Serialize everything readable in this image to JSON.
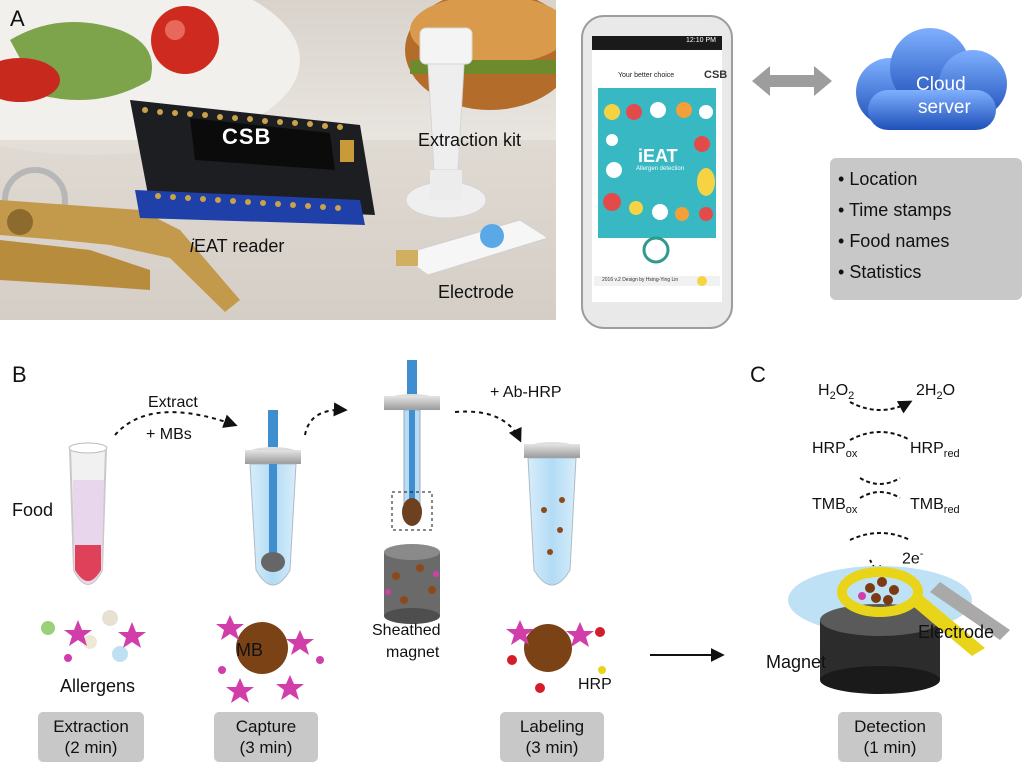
{
  "panels": {
    "a": "A",
    "b": "B",
    "c": "C"
  },
  "panel_a": {
    "reader_screen": "CSB",
    "labels": {
      "extraction_kit": "Extraction kit",
      "reader_italic": "i",
      "reader_rest": "EAT reader",
      "electrode": "Electrode"
    },
    "phone": {
      "status_time": "12:10 PM",
      "tagline": "Your better choice",
      "brand": "CSB",
      "app_title": "iEAT",
      "app_subtitle": "Allergen detection",
      "footer": "2016 v.2 Design by Hsing-Ying Lin"
    },
    "cloud": {
      "line1": "Cloud",
      "line2": "server"
    },
    "info_items": [
      "Location",
      "Time stamps",
      "Food names",
      "Statistics"
    ]
  },
  "panel_b": {
    "food": "Food",
    "extract": "Extract",
    "mbs": "+ MBs",
    "ab_hrp": "+ Ab-HRP",
    "allergens": "Allergens",
    "mb": "MB",
    "sheathed_1": "Sheathed",
    "sheathed_2": "magnet",
    "hrp": "HRP",
    "steps": [
      {
        "name": "Extraction",
        "time": "(2 min)"
      },
      {
        "name": "Capture",
        "time": "(3 min)"
      },
      {
        "name": "Labeling",
        "time": "(3 min)"
      }
    ]
  },
  "panel_c": {
    "h2o2_pre": "H",
    "h2o2_s1": "2",
    "h2o2_mid": "O",
    "h2o2_s2": "2",
    "h2o_pre": "2H",
    "h2o_s": "2",
    "h2o_post": "O",
    "hrp_ox_base": "HRP",
    "hrp_ox_sub": "ox",
    "hrp_red_base": "HRP",
    "hrp_red_sub": "red",
    "tmb_ox_base": "TMB",
    "tmb_ox_sub": "ox",
    "tmb_red_base": "TMB",
    "tmb_red_sub": "red",
    "electron": "2e",
    "electron_sup": "-",
    "electrode": "Electrode",
    "magnet": "Magnet",
    "step": {
      "name": "Detection",
      "time": "(1 min)"
    }
  },
  "colors": {
    "cloud_blue": "#2f66c9",
    "gray_box": "#c8c8c8",
    "app_teal": "#37b8c3",
    "tube_blue": "#9fd3f2",
    "magnet_tip": "#3f8fd0",
    "gold_electrode": "#e8d51a",
    "allergen_magenta": "#d23ea9"
  }
}
